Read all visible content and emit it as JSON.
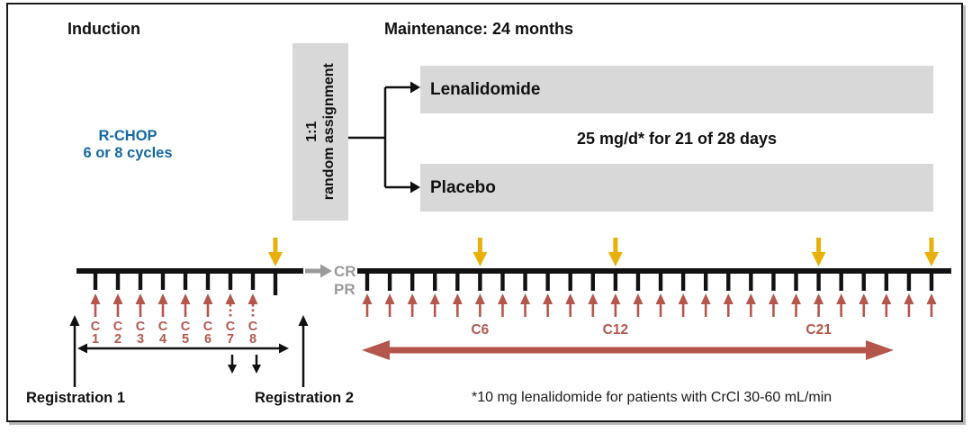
{
  "figure": {
    "headings": {
      "induction": "Induction",
      "maintenance": "Maintenance: 24 months"
    },
    "induction_phase": {
      "treatment_line1": "R-CHOP",
      "treatment_line2": "6 or 8 cycles",
      "tick_count": 9,
      "cycle_labels": [
        "C1",
        "C2",
        "C3",
        "C4",
        "C5",
        "C6",
        "C7",
        "C8"
      ],
      "dotted_cycles": [
        7,
        8
      ],
      "yellow_arrow_ticks": [
        9
      ],
      "registration1": "Registration 1",
      "registration2": "Registration 2"
    },
    "randomization": {
      "line1": "1:1",
      "line2": "random assignment"
    },
    "response_labels": {
      "cr": "CR",
      "pr": "PR"
    },
    "maintenance_phase": {
      "arm1": "Lenalidomide",
      "arm2": "Placebo",
      "dose": "25 mg/d* for 21 of 28 days",
      "tick_count": 26,
      "cycle_labels": {
        "6": "C6",
        "12": "C12",
        "21": "C21"
      },
      "yellow_arrow_ticks": [
        6,
        12,
        21,
        26
      ]
    },
    "footnote": "*10 mg lenalidomide for patients with CrCl 30-60 mL/min",
    "colors": {
      "blue": "#1668a5",
      "brick": "#b5564d",
      "gold": "#e8b10a",
      "band_gray": "#d8d8d8",
      "muted_gray": "#9a9a9a",
      "ink": "#111111"
    }
  }
}
